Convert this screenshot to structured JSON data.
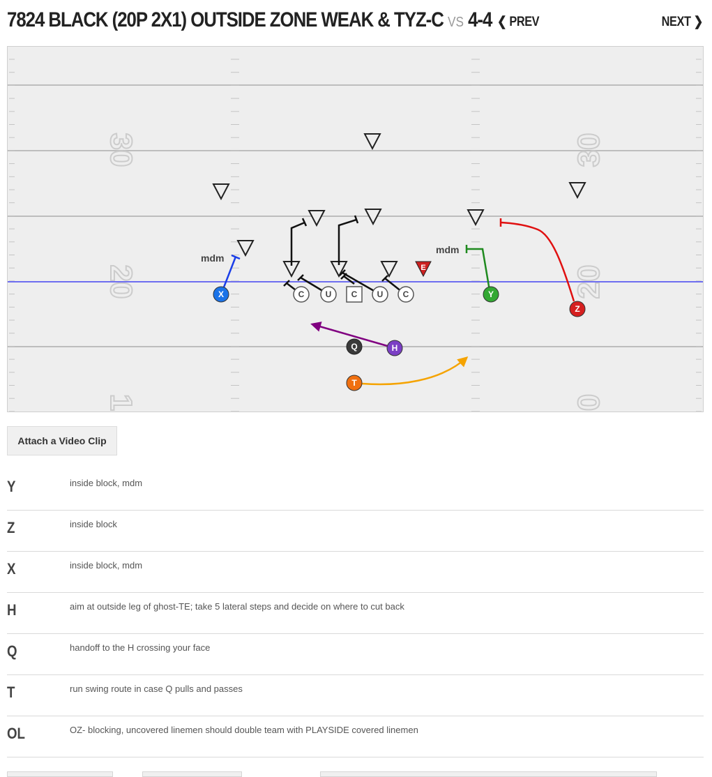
{
  "header": {
    "title": "7824 BLACK (20P 2X1) OUTSIDE ZONE WEAK & TYZ-C",
    "vs": "VS",
    "defense": "4-4",
    "prev_label": "PREV",
    "next_label": "NEXT"
  },
  "field": {
    "yard_numbers": [
      "30",
      "30",
      "20",
      "20",
      "1",
      "0"
    ],
    "players": {
      "X": "X",
      "Y": "Y",
      "Z": "Z",
      "H": "H",
      "Q": "Q",
      "T": "T",
      "E": "E",
      "ol": [
        "C",
        "U",
        "C",
        "U",
        "C"
      ]
    },
    "labels": {
      "x_mdm": "mdm",
      "y_mdm": "mdm"
    },
    "colors": {
      "X": "#1a73e8",
      "Y": "#2ca02c",
      "Z": "#d62020",
      "H": "#7b3fc4",
      "Q": "#3a3a3a",
      "T": "#f07010",
      "E": "#cc2020",
      "h_route": "#800080",
      "t_route": "#f5a300",
      "los": "#6e6ef0"
    }
  },
  "attach_button": "Attach a Video Clip",
  "assignments": [
    {
      "position": "Y",
      "text": "inside block, mdm"
    },
    {
      "position": "Z",
      "text": "inside block"
    },
    {
      "position": "X",
      "text": "inside block, mdm"
    },
    {
      "position": "H",
      "text": "aim at outside leg of ghost-TE; take 5 lateral steps and decide on where to cut back"
    },
    {
      "position": "Q",
      "text": "handoff to the H crossing your face"
    },
    {
      "position": "T",
      "text": "run swing route in case Q pulls and passes"
    },
    {
      "position": "OL",
      "text": "OZ- blocking, uncovered linemen should double team with PLAYSIDE covered linemen"
    }
  ]
}
